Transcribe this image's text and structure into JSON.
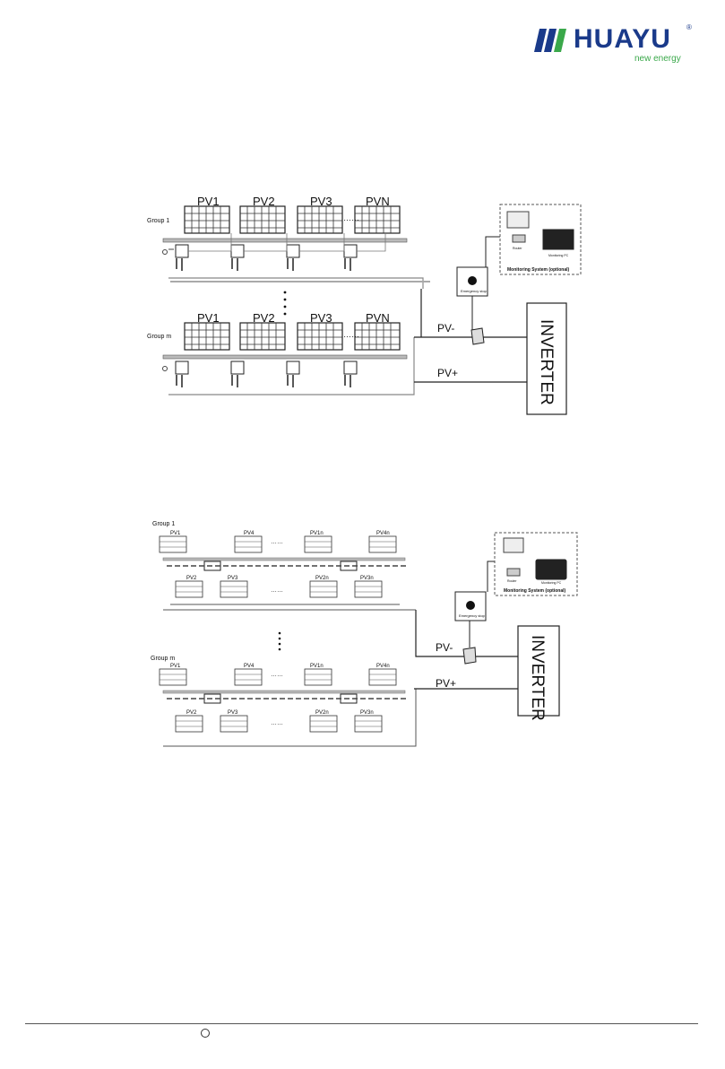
{
  "logo": {
    "name": "HUAYU",
    "tagline": "new energy",
    "reg": "®"
  },
  "diagram1": {
    "group_top": "Group 1",
    "group_bottom": "Group m",
    "panels": [
      "PV1",
      "PV2",
      "PV3",
      "PVN"
    ],
    "dots": "……",
    "pv_minus": "PV-",
    "pv_plus": "PV+",
    "inverter": "INVERTER",
    "emergency": "Emergency stop",
    "monitoring": "Monitoring System (optional)",
    "router": "Router",
    "pc": "Monitoring PC"
  },
  "diagram2": {
    "group_top": "Group 1",
    "group_bottom": "Group m",
    "top_panels": [
      "PV1",
      "PV4",
      "PV1n",
      "PV4n"
    ],
    "bottom_panels": [
      "PV2",
      "PV3",
      "PV2n",
      "PV3n"
    ],
    "dots": "……",
    "pv_minus": "PV-",
    "pv_plus": "PV+",
    "inverter": "INVERTER",
    "emergency": "Emergency stop",
    "monitoring": "Monitoring System (optional)",
    "router": "Router",
    "pc": "Monitoring PC"
  },
  "colors": {
    "brand_blue": "#1a3a8a",
    "brand_green": "#3aa84a"
  }
}
